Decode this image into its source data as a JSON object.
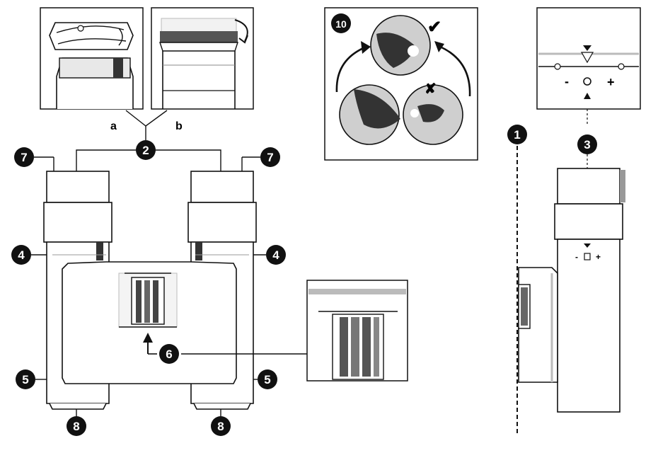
{
  "callouts": {
    "n1": "1",
    "n2": "2",
    "n3": "3",
    "n4": "4",
    "n5": "5",
    "n6": "6",
    "n7": "7",
    "n8": "8",
    "n10": "10"
  },
  "letters": {
    "a": "a",
    "b": "b"
  },
  "diopter": {
    "minus": "-",
    "plus": "+"
  },
  "eye_check": {
    "correct": "✔",
    "wrong": "✘"
  },
  "colors": {
    "line": "#111111",
    "body": "#ffffff",
    "shade": "#d9d9d9",
    "dark": "#333333",
    "callout": "#111111"
  }
}
